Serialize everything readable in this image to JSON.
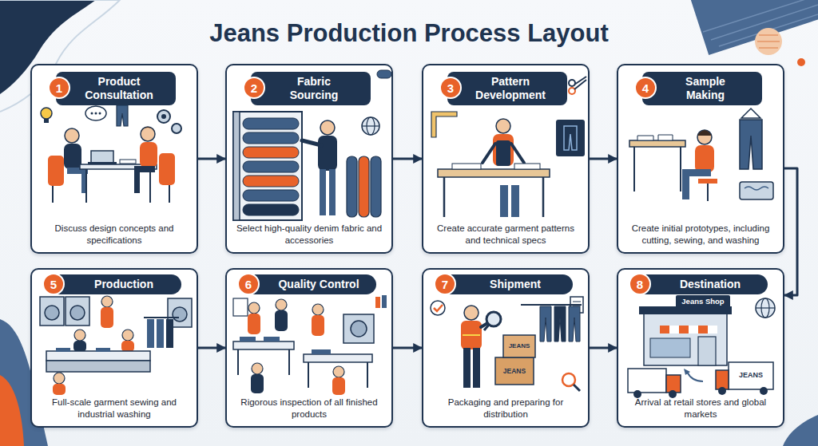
{
  "diagram": {
    "title": "Jeans Production Process Layout",
    "nodes": [
      {
        "text": [
          "Product Consultation",
          "Discuss design concepts and specifications"
        ]
      },
      {
        "text": [
          "1"
        ],
        "in": 0
      },
      {
        "text": [
          "Fabric Sourcing",
          "Select high-quality denim fabric and accessories"
        ]
      },
      {
        "text": [
          "2"
        ],
        "in": 2
      },
      {
        "text": [
          "Pattern Development",
          "Create accurate garment patterns and technical specs"
        ]
      },
      {
        "text": [
          "3"
        ],
        "in": 4
      },
      {
        "text": [
          "Sample Making",
          "Create initial prototypes, including cutting, sewing, and washing"
        ]
      },
      {
        "text": [
          "4"
        ],
        "in": 6
      },
      {
        "text": [
          "Production",
          "Full-scale garment sewing and industrial washing"
        ]
      },
      {
        "text": [
          "5"
        ],
        "in": 8
      },
      {
        "text": [
          "Quality Control",
          "Rigorous inspection of all finished products"
        ]
      },
      {
        "text": [
          "6"
        ],
        "in": 10
      },
      {
        "text": [
          "Shipment",
          "Packaging and preparing for distribution"
        ]
      },
      {
        "text": [
          "7"
        ],
        "in": 12
      },
      {
        "text": [
          "Destination",
          "Arrival at retail stores and global markets"
        ]
      },
      {
        "text": [
          "8"
        ],
        "in": 14
      }
    ],
    "edges": [
      {
        "from": 0,
        "to": 2,
        "arrow": "to"
      },
      {
        "from": 2,
        "to": 4,
        "arrow": "to"
      },
      {
        "from": 4,
        "to": 6,
        "arrow": "to"
      },
      {
        "from": 6,
        "to": 14,
        "arrow": "to"
      },
      {
        "from": 8,
        "to": 10,
        "arrow": "to"
      },
      {
        "from": 10,
        "to": 12,
        "arrow": "to"
      },
      {
        "from": 12,
        "to": 14,
        "arrow": "to"
      }
    ],
    "labels": [
      "JEANS",
      "JEANS",
      "Jeans Shop",
      "JEANS"
    ]
  }
}
